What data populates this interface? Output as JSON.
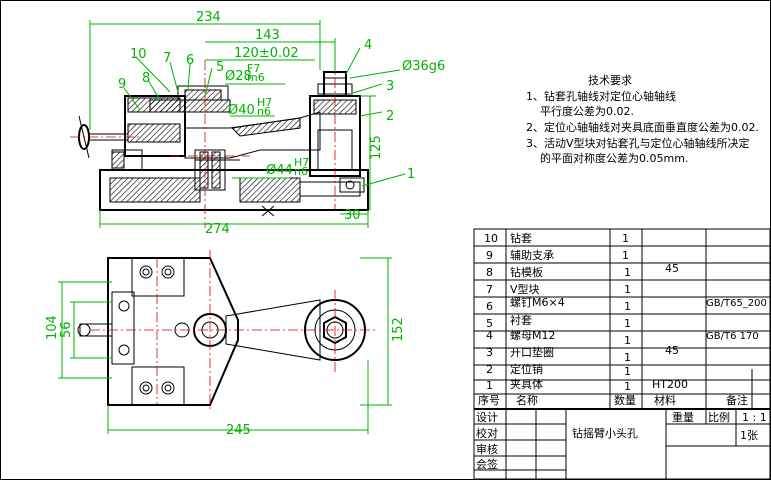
{
  "dimensions": {
    "d234": "234",
    "d143": "143",
    "d120": "120±0.02",
    "d28": "Ø28",
    "d28_tol": "F7",
    "d28_tol2": "m6",
    "d36": "Ø36g6",
    "d40": "Ø40",
    "d40_tol": "H7",
    "d40_tol2": "n6",
    "d44": "Ø44",
    "d44_tol": "H7",
    "d44_tol2": "n6",
    "d125": "125",
    "d30": "30",
    "d274": "274",
    "d104": "104",
    "d56": "56",
    "d152": "152",
    "d245": "245"
  },
  "balloons": {
    "b1": "1",
    "b2": "2",
    "b3": "3",
    "b4": "4",
    "b5": "5",
    "b6": "6",
    "b7": "7",
    "b8": "8",
    "b9": "9",
    "b10": "10"
  },
  "tech_req": {
    "title": "技术要求",
    "line1": "1、钻套孔轴线对定位心轴轴线",
    "line1b": "平行度公差为0.02.",
    "line2": "2、定位心轴轴线对夹具底面垂直度公差为0.02.",
    "line3": "3、活动V型块对钻套孔与定位心轴轴线所决定",
    "line3b": "的平面对称度公差为0.05mm."
  },
  "bom": [
    {
      "no": "10",
      "name": "钻套",
      "qty": "1",
      "material": "",
      "note": ""
    },
    {
      "no": "9",
      "name": "辅助支承",
      "qty": "1",
      "material": "",
      "note": ""
    },
    {
      "no": "8",
      "name": "钻模板",
      "qty": "1",
      "material": "45",
      "note": ""
    },
    {
      "no": "7",
      "name": "V型块",
      "qty": "1",
      "material": "",
      "note": ""
    },
    {
      "no": "6",
      "name": "螺钉M6×4",
      "qty": "1",
      "material": "",
      "note": "GB/T65_200"
    },
    {
      "no": "5",
      "name": "衬套",
      "qty": "1",
      "material": "",
      "note": ""
    },
    {
      "no": "4",
      "name": "螺母M12",
      "qty": "1",
      "material": "",
      "note": "GB/T6 170"
    },
    {
      "no": "3",
      "name": "开口垫圈",
      "qty": "1",
      "material": "45",
      "note": ""
    },
    {
      "no": "2",
      "name": "定位销",
      "qty": "1",
      "material": "",
      "note": ""
    },
    {
      "no": "1",
      "name": "夹具体",
      "qty": "1",
      "material": "HT200",
      "note": ""
    }
  ],
  "bom_header": {
    "no": "序号",
    "name": "名称",
    "qty": "数量",
    "material": "材料",
    "note": "备注"
  },
  "title_block": {
    "design": "设计",
    "check": "校对",
    "review": "审核",
    "approve": "会签",
    "title": "钻摇臂小头孔",
    "weight": "重量",
    "scale_label": "比例",
    "scale_value": "1 : 1",
    "sheets": "1张"
  }
}
